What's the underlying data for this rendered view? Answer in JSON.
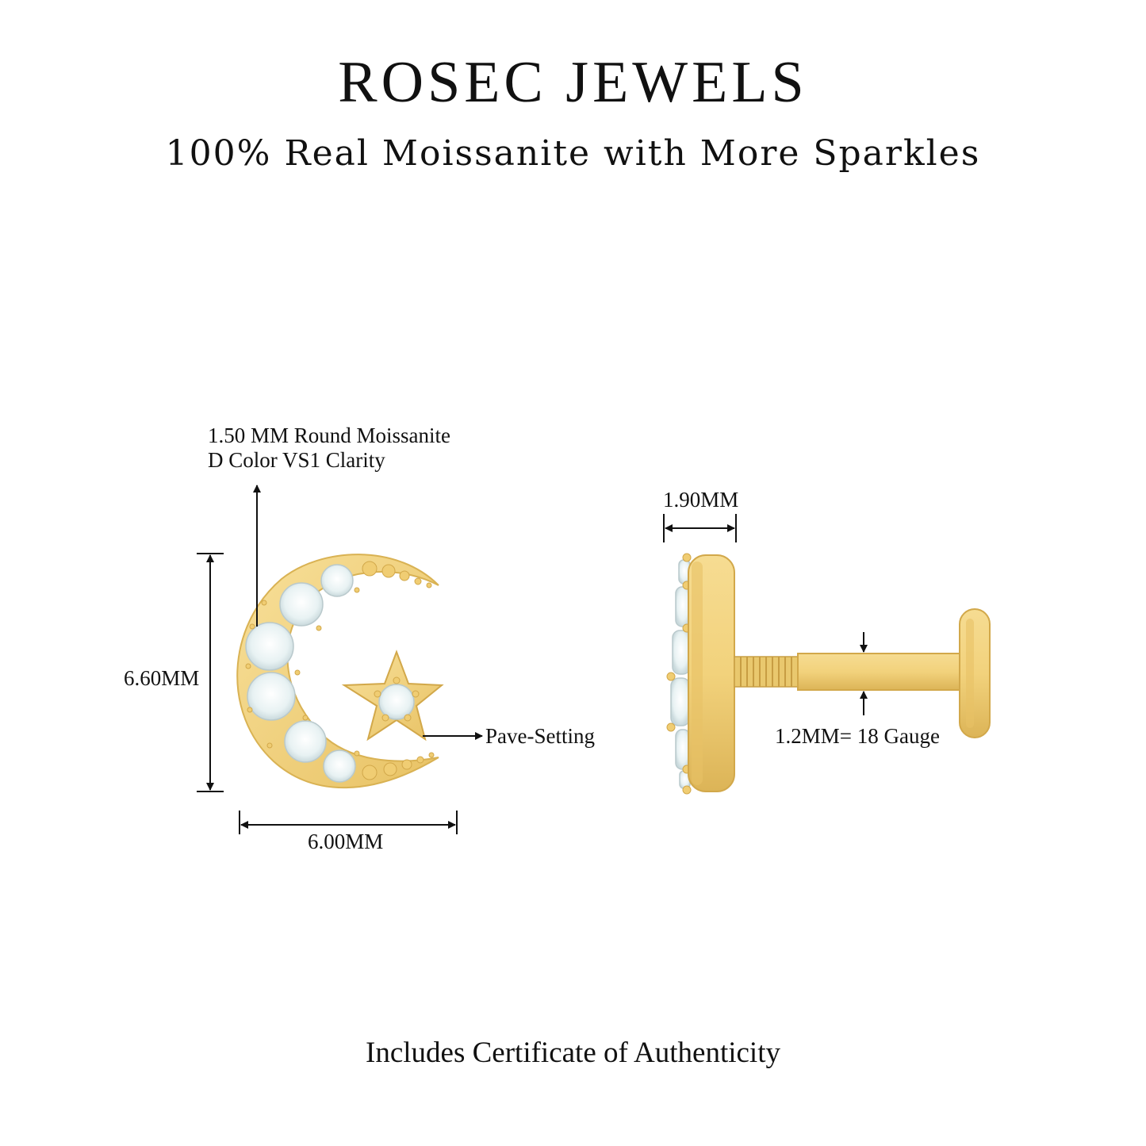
{
  "header": {
    "brand": "ROSEC JEWELS",
    "tagline": "100% Real Moissanite with More Sparkles"
  },
  "annotations": {
    "stone_spec_line1": "1.50 MM Round Moissanite",
    "stone_spec_line2": "D Color VS1 Clarity",
    "height": "6.60MM",
    "width": "6.00MM",
    "setting": "Pave-Setting",
    "thickness": "1.90MM",
    "gauge": "1.2MM=  18 Gauge"
  },
  "footer": {
    "text": "Includes Certificate of Authenticity"
  },
  "colors": {
    "gold": "#f2d27c",
    "gold_dark": "#d9b253",
    "stone": "#eef6f7",
    "ink": "#111111"
  },
  "icons": [
    "moon-star-earring-front-view",
    "earring-side-view"
  ]
}
